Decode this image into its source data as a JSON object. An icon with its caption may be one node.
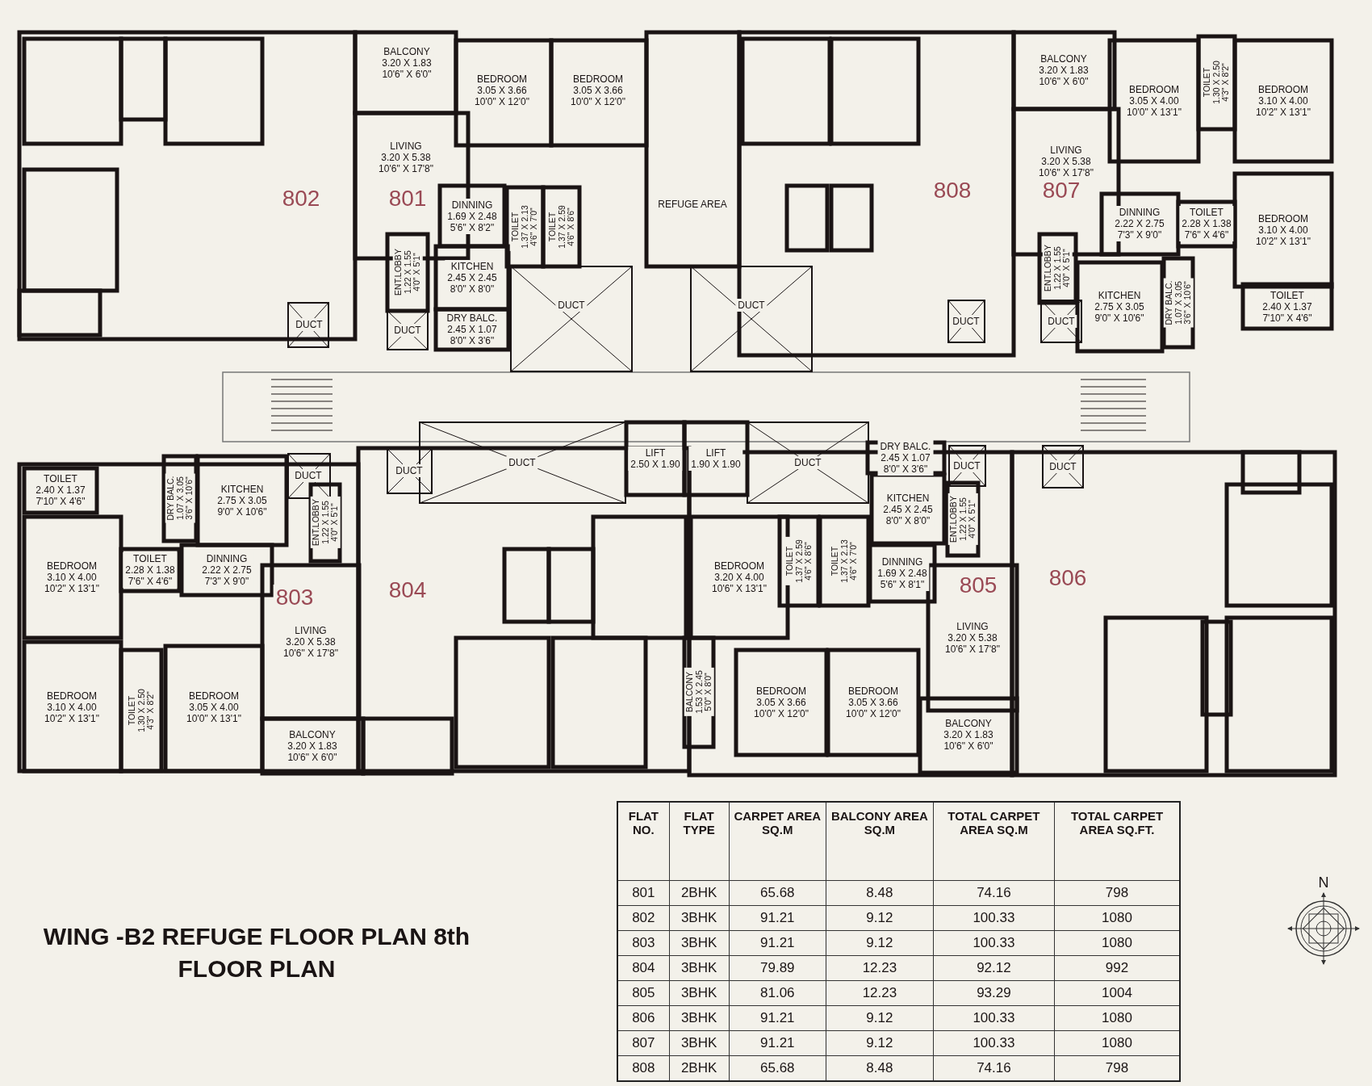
{
  "diagram": {
    "title": "WING -B2 REFUGE FLOOR PLAN 8th FLOOR PLAN",
    "labels": [
      "BALCONY 3.20 X 1.83 10'6\" X 6'0\"",
      "BEDROOM 3.05 X 3.66 10'0\" X 12'0\"",
      "BEDROOM 3.05 X 3.66 10'0\" X 12'0\"",
      "LIVING 3.20 X 5.38 10'6\" X 17'8\"",
      "802",
      "801",
      "DINNING 1.69 X 2.48 5'6\" X 8'2\"",
      "ENT.LOBBY 1.22 X 1.55 4'0\" X 5'1\"",
      "TOILET 1.37 X 2.13 4'6\" X 7'0\"",
      "TOILET 1.37 X 2.59 4'6\" X 8'6\"",
      "KITCHEN 2.45 X 2.45 8'0\" X 8'0\"",
      "DUCT",
      "DUCT",
      "DRY BALC. 2.45 X 1.07 8'0\" X 3'6\"",
      "DUCT",
      "REFUGE AREA",
      "DUCT",
      "BALCONY 3.20 X 1.83 10'6\" X 6'0\"",
      "TOILET 1.30 X 2.50 4'3\" X 8'2\"",
      "BEDROOM 3.05 X 4.00 10'0\" X 13'1\"",
      "BEDROOM 3.10 X 4.00 10'2\" X 13'1\"",
      "LIVING 3.20 X 5.38 10'6\" X 17'8\"",
      "808",
      "807",
      "DINNING 2.22 X 2.75 7'3\" X 9'0\"",
      "TOILET 2.28 X 1.38 7'6\" X 4'6\"",
      "BEDROOM 3.10 X 4.00 10'2\" X 13'1\"",
      "ENT.LOBBY 1.22 X 1.55 4'0\" X 5'1\"",
      "KITCHEN 2.75 X 3.05 9'0\" X 10'6\"",
      "DRY BALC. 1.07 X 3.05 3'6\" X 10'6\"",
      "TOILET 2.40 X 1.37 7'10\" X 4'6\"",
      "DUCT",
      "DUCT",
      "TOILET 2.40 X 1.37 7'10\" X 4'6\"",
      "DRY BALC. 1.07 X 3.05 3'6\" X 10'6\"",
      "KITCHEN 2.75 X 3.05 9'0\" X 10'6\"",
      "DUCT",
      "ENT.LOBBY 1.22 X 1.55 4'0\" X 5'1\"",
      "DUCT",
      "DUCT",
      "LIFT 2.50 X 1.90",
      "LIFT 1.90 X 1.90",
      "DUCT",
      "DRY BALC. 2.45 X 1.07 8'0\" X 3'6\"",
      "DUCT",
      "DUCT",
      "KITCHEN 2.45 X 2.45 8'0\" X 8'0\"",
      "ENT.LOBBY 1.22 X 1.55 4'0\" X 5'1\"",
      "BEDROOM 3.10 X 4.00 10'2\" X 13'1\"",
      "TOILET 2.28 X 1.38 7'6\" X 4'6\"",
      "DINNING 2.22 X 2.75 7'3\" X 9'0\"",
      "803",
      "804",
      "BEDROOM 3.20 X 4.00 10'6\" X 13'1\"",
      "TOILET 1.37 X 2.59 4'6\" X 8'6\"",
      "TOILET 1.37 X 2.13 4'6\" X 7'0\"",
      "DINNING 1.69 X 2.48 5'6\" X 8'1\"",
      "805",
      "806",
      "LIVING 3.20 X 5.38 10'6\" X 17'8\"",
      "LIVING 3.20 X 5.38 10'6\" X 17'8\"",
      "BEDROOM 3.10 X 4.00 10'2\" X 13'1\"",
      "TOILET 1.30 X 2.50 4'3\" X 8'2\"",
      "BEDROOM 3.05 X 4.00 10'0\" X 13'1\"",
      "BALCONY 3.20 X 1.83 10'6\" X 6'0\"",
      "BALCONY 1.53 X 2.45 5'0\" X 8'0\"",
      "BEDROOM 3.05 X 3.66 10'0\" X 12'0\"",
      "BEDROOM 3.05 X 3.66 10'0\" X 12'0\"",
      "BALCONY 3.20 X 1.83 10'6\" X 6'0\"",
      "FLAT NO.",
      "FLAT TYPE",
      "CARPET AREA SQ.M",
      "BALCONY AREA SQ.M",
      "TOTAL CARPET AREA SQ.M",
      "TOTAL CARPET AREA SQ.FT.",
      "801",
      "2BHK",
      "65.68",
      "8.48",
      "74.16",
      "798",
      "802",
      "3BHK",
      "91.21",
      "9.12",
      "100.33",
      "1080",
      "803",
      "3BHK",
      "91.21",
      "9.12",
      "100.33",
      "1080",
      "804",
      "3BHK",
      "79.89",
      "12.23",
      "92.12",
      "992",
      "805",
      "3BHK",
      "81.06",
      "12.23",
      "93.29",
      "1004",
      "806",
      "3BHK",
      "91.21",
      "9.12",
      "100.33",
      "1080",
      "807",
      "3BHK",
      "91.21",
      "9.12",
      "100.33",
      "1080",
      "808",
      "2BHK",
      "65.68",
      "8.48",
      "74.16",
      "798",
      "N"
    ]
  }
}
